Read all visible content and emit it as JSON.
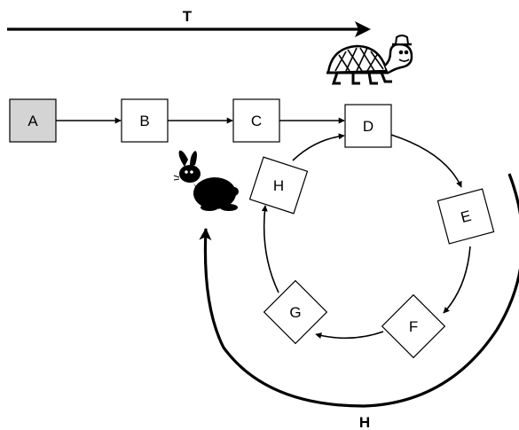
{
  "labels": {
    "tortoise_path": "T",
    "hare_path": "H"
  },
  "nodes": {
    "a": "A",
    "b": "B",
    "c": "C",
    "d": "D",
    "e": "E",
    "f": "F",
    "g": "G",
    "h": "H"
  },
  "icons": {
    "tortoise": "tortoise-icon",
    "hare": "rabbit-icon"
  },
  "colors": {
    "start_node_fill": "#d4d4d4",
    "stroke": "#000000"
  }
}
